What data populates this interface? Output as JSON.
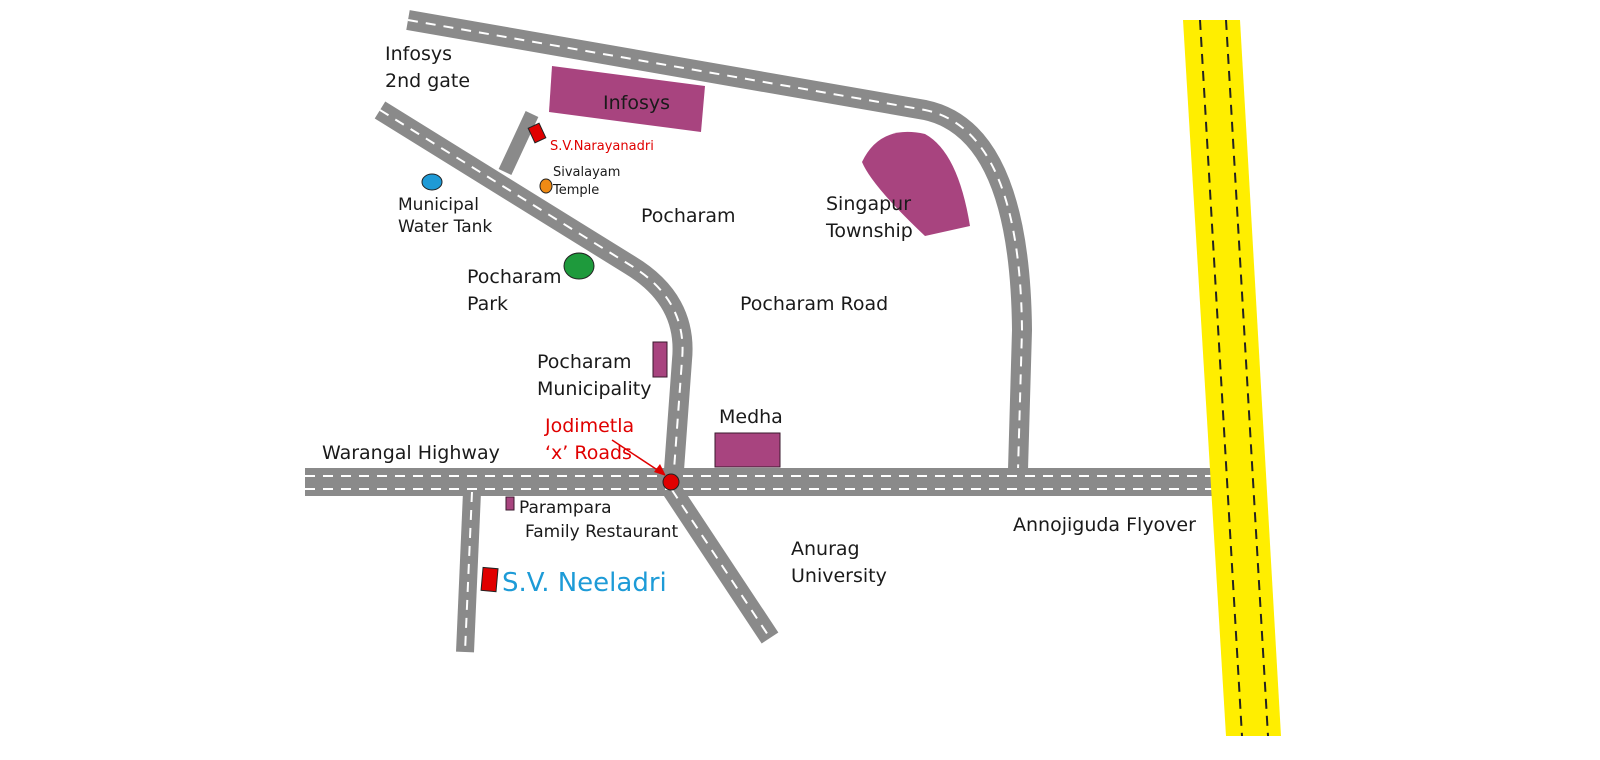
{
  "colors": {
    "road": "#8a8a8a",
    "road_dash": "#ffffff",
    "flyover": "#ffee00",
    "flyover_dash": "#222222",
    "building": "#a8447f",
    "project_marker": "#e00000",
    "junction_marker": "#e00000",
    "temple": "#ef8a14",
    "water_tank": "#1e9ad6",
    "park": "#1e9a3c",
    "highlight_label": "#e00000",
    "project_label": "#1d9bd7"
  },
  "labels": {
    "infosys_2nd_gate_line1": "Infosys",
    "infosys_2nd_gate_line2": "2nd gate",
    "infosys": "Infosys",
    "sv_narayanadri": "S.V.Narayanadri",
    "sivalayam_line1": "Sivalayam",
    "sivalayam_line2": "Temple",
    "municipal_line1": "Municipal",
    "municipal_line2": "Water Tank",
    "pocharam": "Pocharam",
    "singapur_line1": "Singapur",
    "singapur_line2": "Township",
    "pocharam_park_line1": "Pocharam",
    "pocharam_park_line2": "Park",
    "pocharam_road": "Pocharam Road",
    "pocharam_municipality_line1": "Pocharam",
    "pocharam_municipality_line2": "Municipality",
    "medha": "Medha",
    "jodimetla_line1": "Jodimetla",
    "jodimetla_line2": "‘x’ Roads",
    "warangal_highway": "Warangal Highway",
    "parampara_line1": "Parampara",
    "parampara_line2": "Family Restaurant",
    "sv_neeladri": "S.V. Neeladri",
    "anurag_line1": "Anurag",
    "anurag_line2": "University",
    "annojiguda_flyover": "Annojiguda Flyover"
  },
  "icons": {
    "project_marker": "red-square-icon",
    "junction_marker": "red-circle-icon",
    "temple": "orange-dot-icon",
    "water_tank": "blue-oval-icon",
    "park": "green-oval-icon"
  }
}
